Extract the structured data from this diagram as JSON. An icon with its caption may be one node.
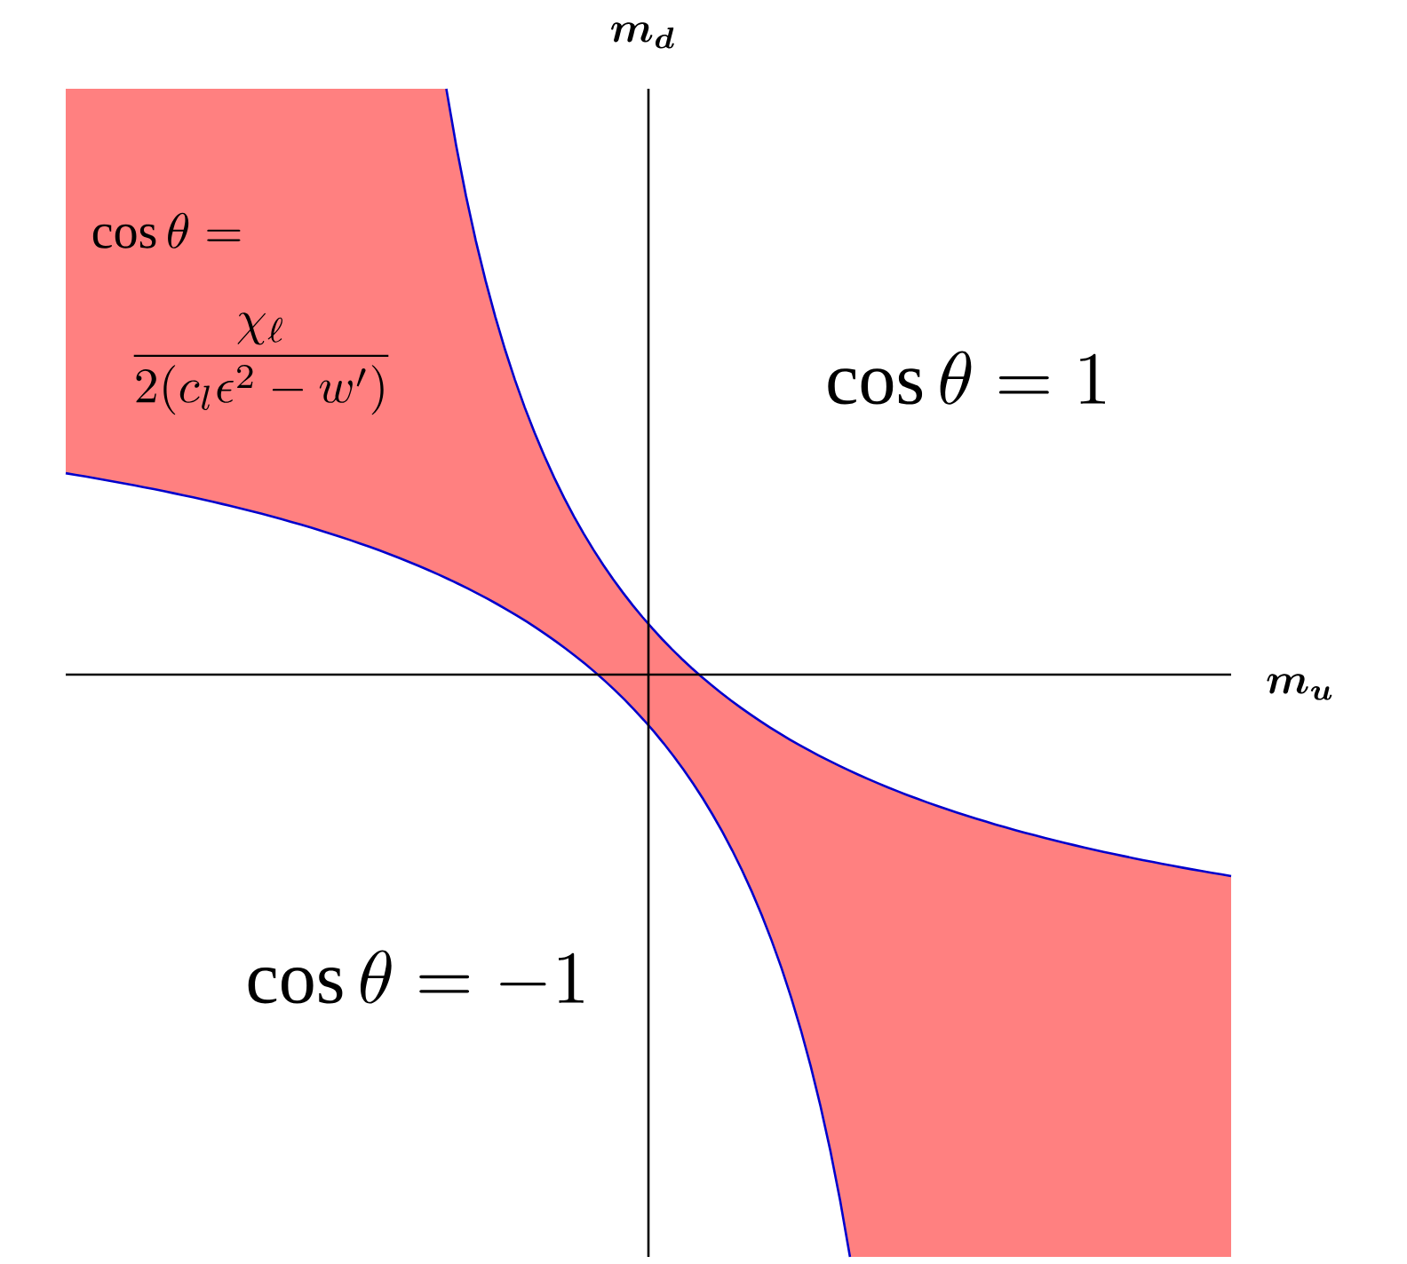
{
  "diagram": {
    "labels": [
      "\\boldsymbol{m_d}",
      "\\boldsymbol{m_u}",
      "\\cos\\theta =",
      "\\frac{\\chi_\\ell}{2(c_l\\epsilon^2 - w')}",
      "\\cos\\theta = 1",
      "\\cos\\theta = -1"
    ]
  }
}
